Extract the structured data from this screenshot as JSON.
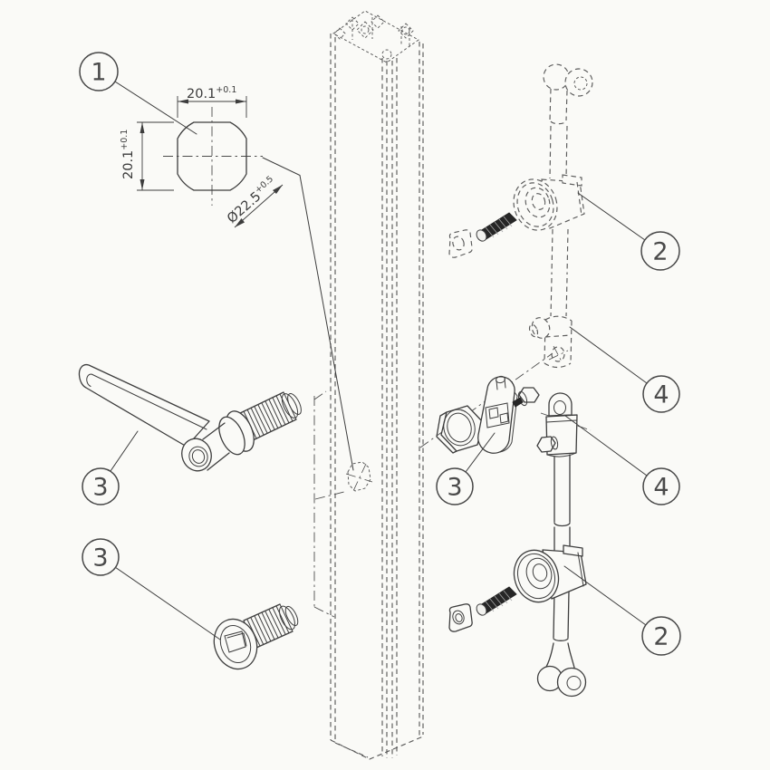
{
  "drawing": {
    "colors": {
      "background": "#fafaf7",
      "ink": "#3d3d3d",
      "phantom": "#5a5a5a"
    },
    "callouts": {
      "detail": {
        "label": "1"
      },
      "clamp_upper": {
        "label": "2"
      },
      "clamp_lower": {
        "label": "2"
      },
      "lever": {
        "label": "3"
      },
      "lock_nut": {
        "label": "3"
      },
      "bushing": {
        "label": "3"
      },
      "clevis_upper": {
        "label": "4"
      },
      "clevis_lower": {
        "label": "4"
      }
    },
    "dimensions": {
      "width": {
        "value": "20.1",
        "tolerance": "+0.1"
      },
      "height": {
        "value": "20.1",
        "tolerance": "+0.1"
      },
      "diameter": {
        "value": "Ø22.5",
        "tolerance": "+0.5"
      }
    }
  }
}
